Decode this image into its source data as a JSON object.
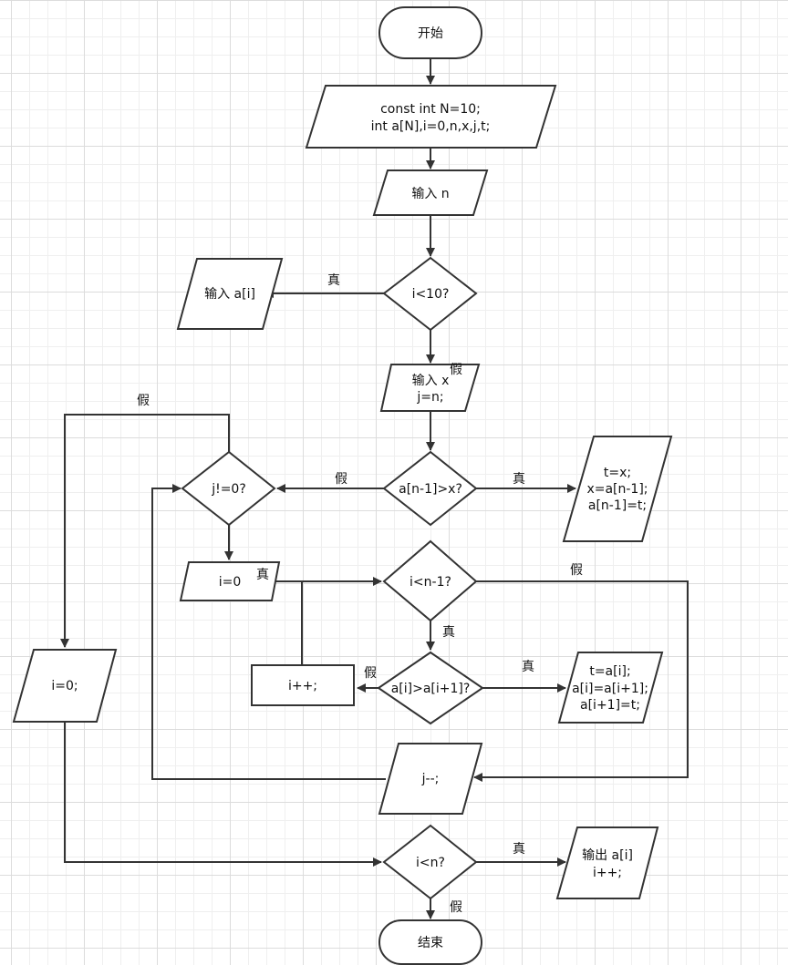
{
  "nodes": {
    "start": "开始",
    "decl_line1": "const int N=10;",
    "decl_line2": "int a[N],i=0,n,x,j,t;",
    "input_n": "输入 n",
    "cond_i_lt_10": "i<10?",
    "input_ai": "输入 a[i]",
    "input_x_line1": "输入 x",
    "input_x_line2": "j=n;",
    "cond_an1_gt_x": "a[n-1]>x?",
    "swap1_line1": "t=x;",
    "swap1_line2": "x=a[n-1];",
    "swap1_line3": "a[n-1]=t;",
    "cond_j_ne_0": "j!=0?",
    "set_i0": "i=0",
    "cond_i_lt_n1": "i<n-1?",
    "inc_i": "i++;",
    "cond_ai_gt_ai1": "a[i]>a[i+1]?",
    "swap2_line1": "t=a[i];",
    "swap2_line2": "a[i]=a[i+1];",
    "swap2_line3": "a[i+1]=t;",
    "dec_j": "j--;",
    "set_i0_out": "i=0;",
    "cond_i_lt_n": "i<n?",
    "output_line1": "输出 a[i]",
    "output_line2": "i++;",
    "end": "结束"
  },
  "edge_labels": {
    "true_i_lt_10": "真",
    "false_i_lt_10": "假",
    "false_j_ne_0": "假",
    "false_an1_gt_x": "假",
    "true_an1_gt_x": "真",
    "true_j_ne_0": "真",
    "false_i_lt_n1": "假",
    "true_i_lt_n1": "真",
    "false_ai_gt_ai1": "假",
    "true_ai_gt_ai1": "真",
    "true_i_lt_n": "真",
    "false_i_lt_n": "假"
  }
}
